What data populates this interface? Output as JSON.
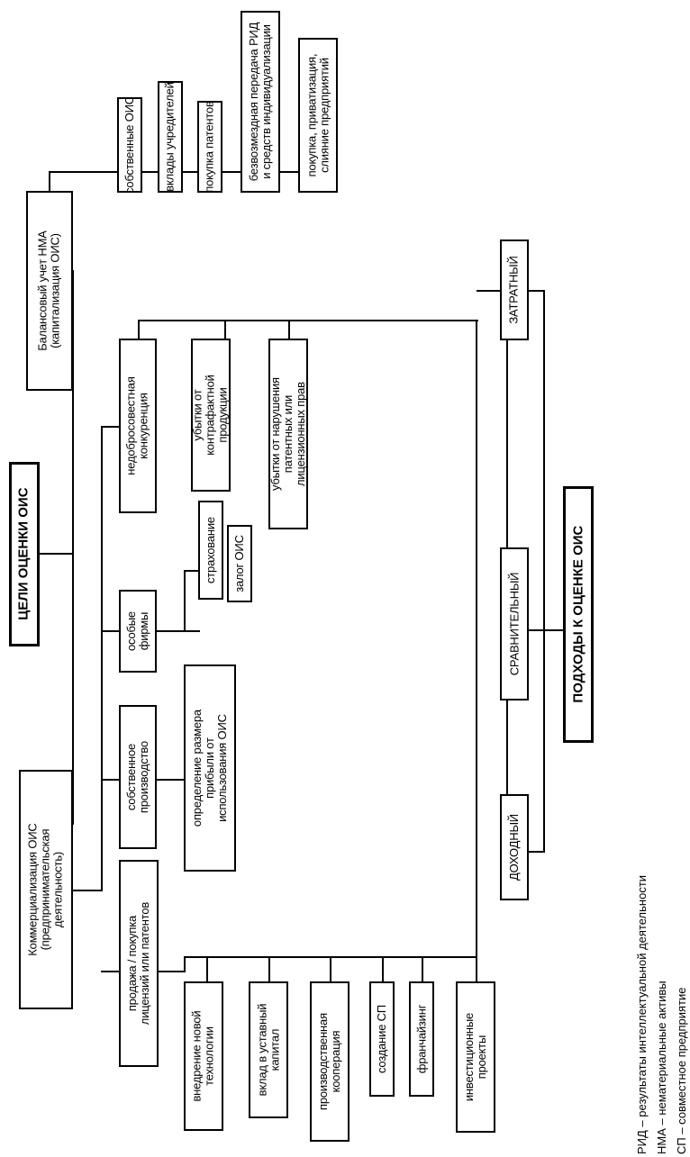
{
  "diagram": {
    "title_goals": "ЦЕЛИ ОЦЕНКИ ОИС",
    "title_approaches": "ПОДХОДЫ К ОЦЕНКЕ ОИС",
    "goals": {
      "balance": "Балансовый учет НМА\n(капитализация ОИС)",
      "balance_children": [
        "собственные ОИС",
        "вклады учредителей",
        "покупка патентов",
        "безвозмездная передача РИД\nи средств индивидуализации",
        "покупка, приватизация,\nслияние предприятий"
      ],
      "commercialization": "Коммерциализация ОИС\n(предпринимательская\nдеятельность)",
      "commercialization_children": [
        {
          "label": "недобросовестная\nконкуренция",
          "children": [
            "убытки от\nконтрафактной\nпродукции",
            "убытки от нарушения\nпатентных или\nлицензионных прав"
          ]
        },
        {
          "label": "особые\nфирмы",
          "children": [
            "страхование",
            "залог ОИС"
          ]
        },
        {
          "label": "собственное\nпроизводство",
          "children": [
            "определение размера\nприбыли от\nиспользования ОИС"
          ]
        },
        {
          "label": "продажа / покупка\nлицензий или патентов",
          "children": [
            "внедрение новой\nтехнологии",
            "вклад в уставный\nкапитал",
            "производственная\nкооперация",
            "создание СП",
            "франчайзинг",
            "инвестиционные\nпроекты"
          ]
        }
      ]
    },
    "approaches": [
      "ЗАТРАТНЫЙ",
      "СРАВНИТЕЛЬНЫЙ",
      "ДОХОДНЫЙ"
    ],
    "legend": [
      "РИД – результаты интеллектуальной деятельности",
      "НМА – нематериальные активы",
      "СП – совместное предприятие"
    ]
  }
}
